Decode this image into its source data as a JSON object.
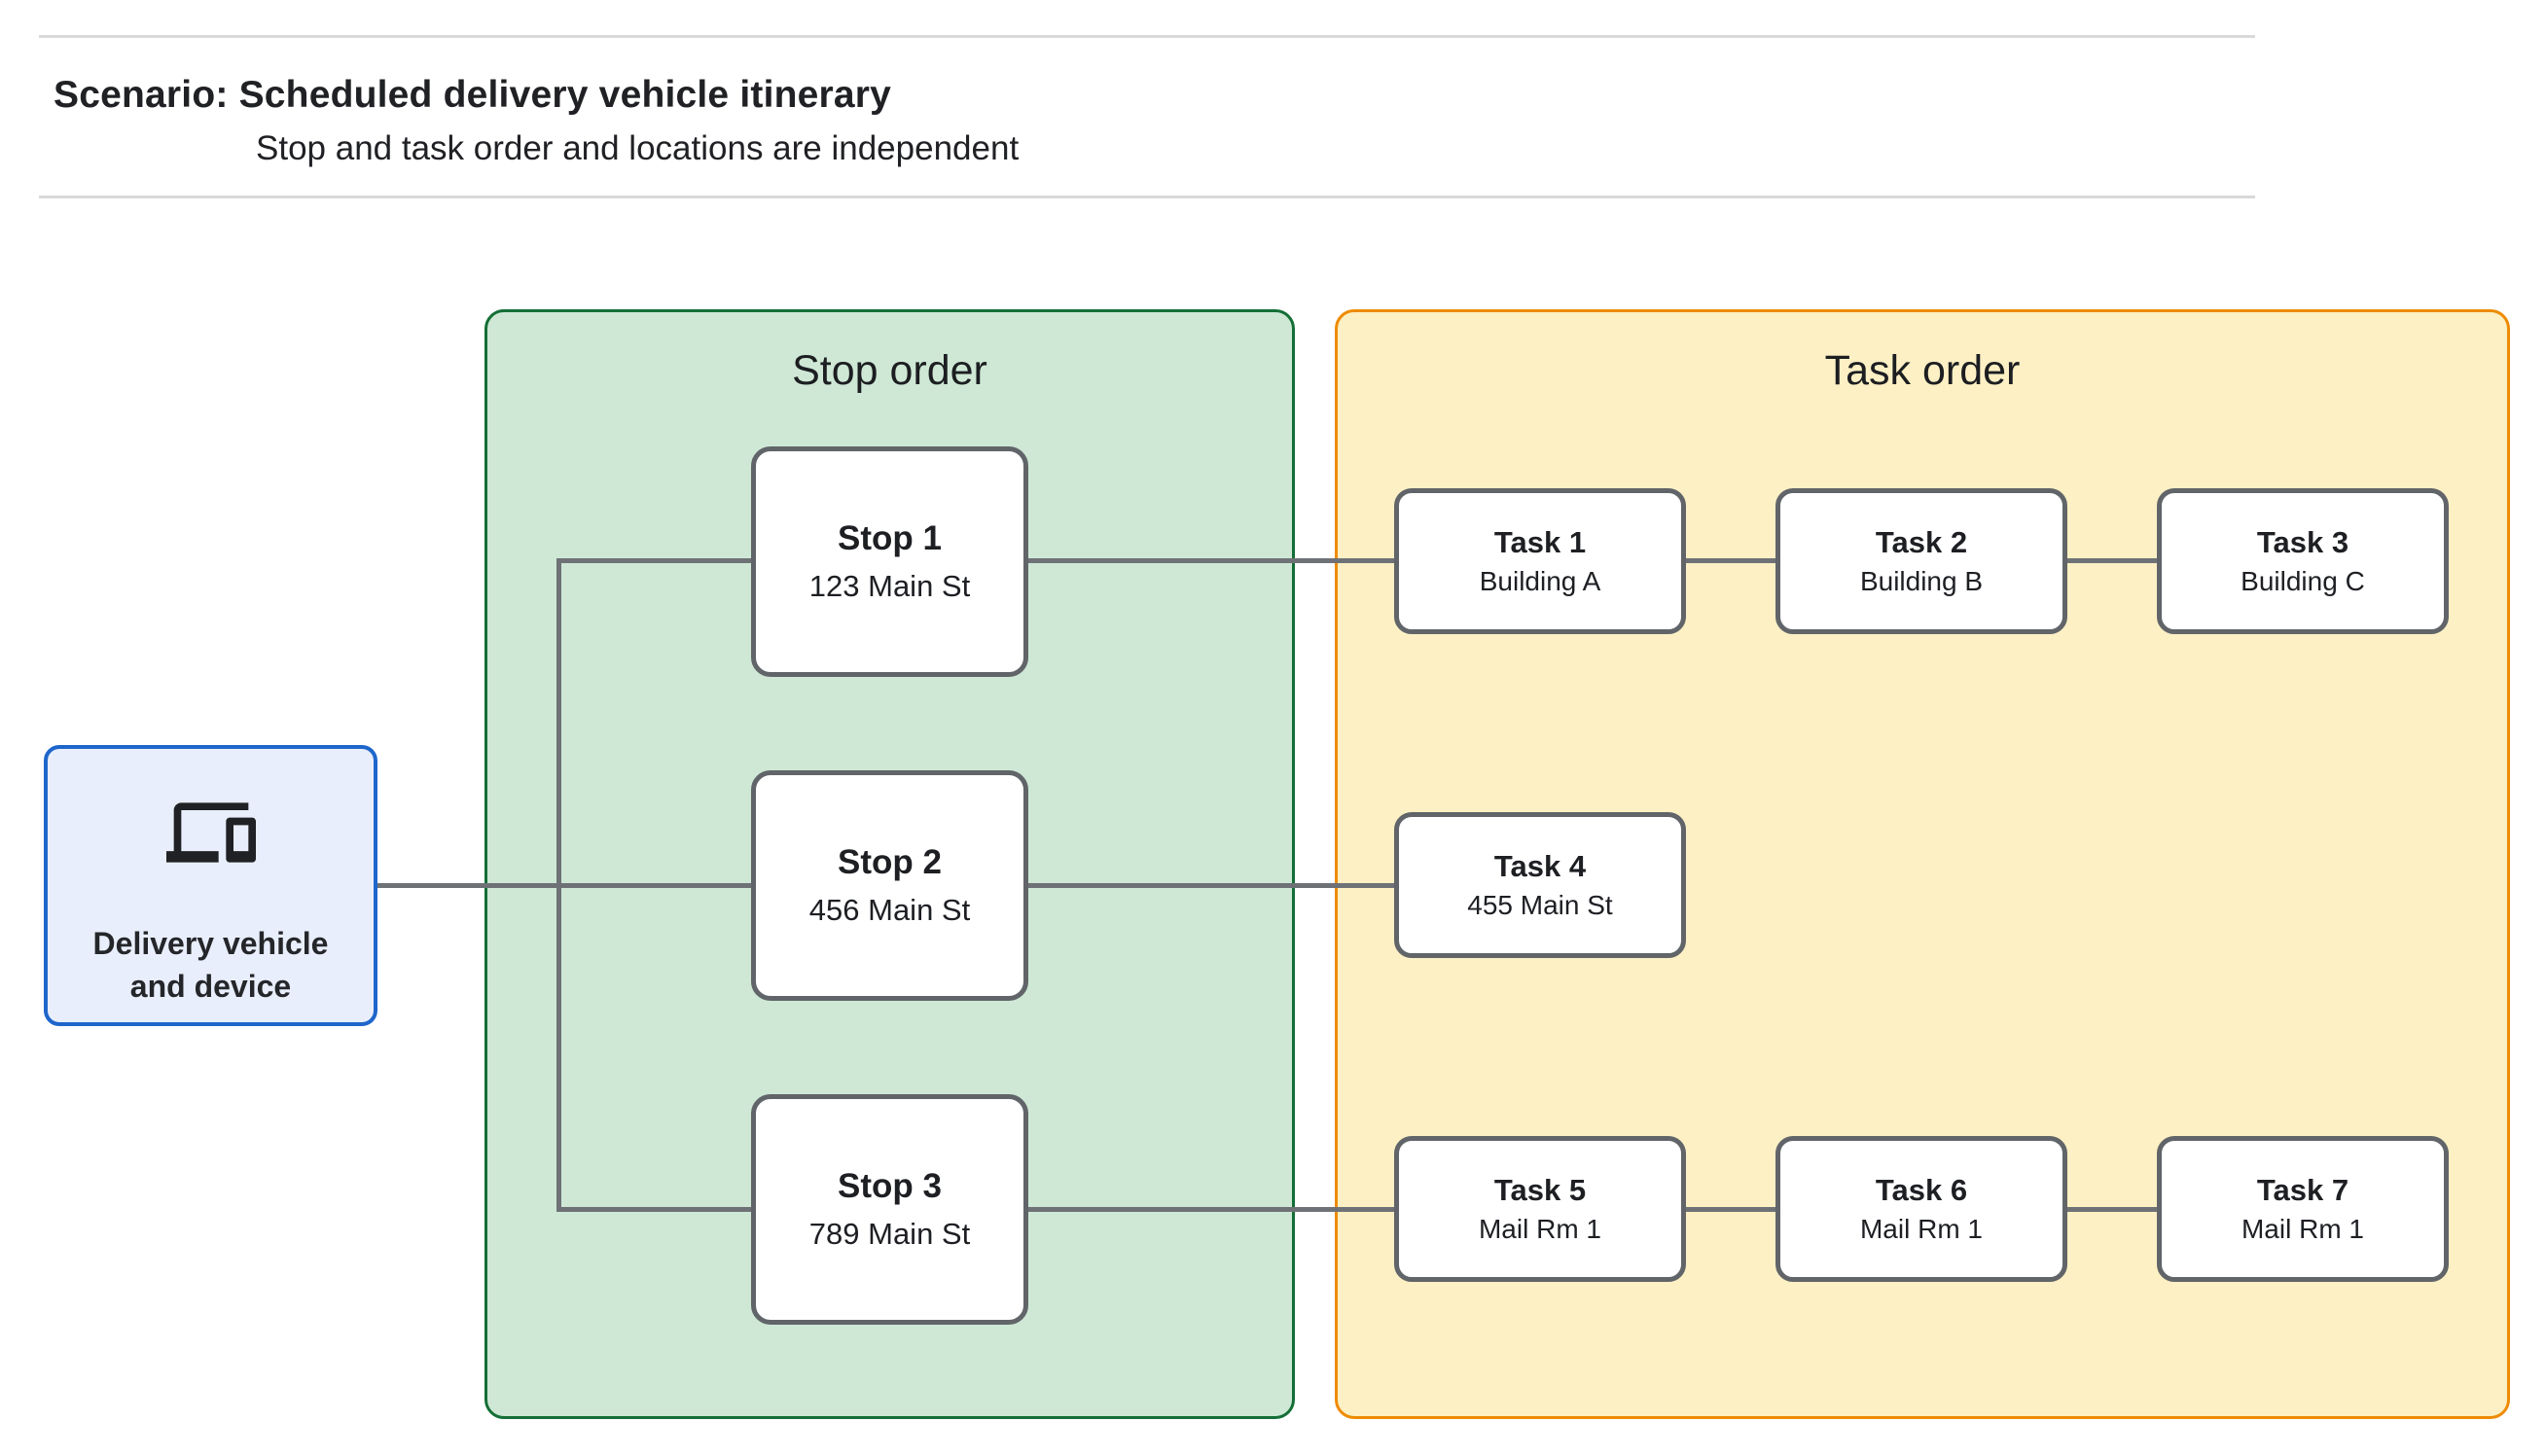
{
  "page": {
    "title": "Scenario: Scheduled delivery vehicle itinerary",
    "subtitle": "Stop and task order and locations are independent"
  },
  "device_node": {
    "label": "Delivery vehicle and device",
    "icon": "devices-icon"
  },
  "stop_panel": {
    "title": "Stop order",
    "fill": "#cee8d5",
    "border": "#146f36",
    "stops": [
      {
        "name": "Stop 1",
        "location": "123 Main St"
      },
      {
        "name": "Stop 2",
        "location": "456 Main St"
      },
      {
        "name": "Stop 3",
        "location": "789 Main St"
      }
    ]
  },
  "task_panel": {
    "title": "Task order",
    "fill": "#fcf0c4",
    "border": "#ee8b00",
    "rows": [
      [
        {
          "name": "Task 1",
          "location": "Building A"
        },
        {
          "name": "Task 2",
          "location": "Building B"
        },
        {
          "name": "Task 3",
          "location": "Building C"
        }
      ],
      [
        {
          "name": "Task 4",
          "location": "455 Main St"
        }
      ],
      [
        {
          "name": "Task 5",
          "location": "Mail Rm 1"
        },
        {
          "name": "Task 6",
          "location": "Mail Rm 1"
        },
        {
          "name": "Task 7",
          "location": "Mail Rm 1"
        }
      ]
    ]
  },
  "colors": {
    "device_fill": "#e8eefb",
    "device_border": "#1e66cb",
    "node_border": "#616569",
    "connector": "#6e7276",
    "divider": "#d9d9d9",
    "text": "#202124"
  }
}
